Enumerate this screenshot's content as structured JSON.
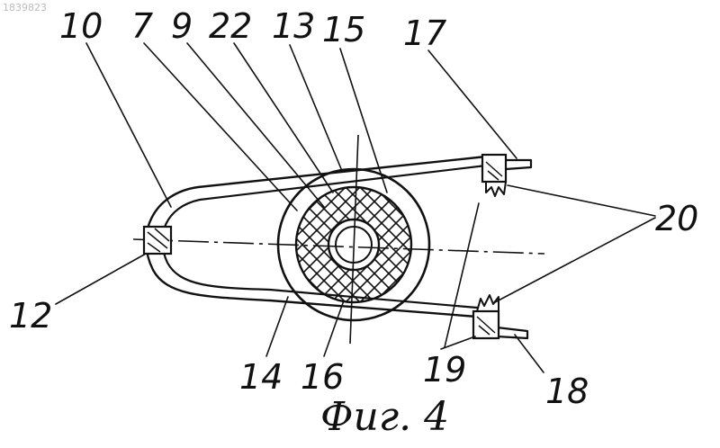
{
  "document_id": "1839823",
  "figure_caption": "Фиг. 4",
  "labels": {
    "n10": "10",
    "n7": "7",
    "n9": "9",
    "n22": "22",
    "n13": "13",
    "n15": "15",
    "n17": "17",
    "n20": "20",
    "n12": "12",
    "n14": "14",
    "n16": "16",
    "n19": "19",
    "n18": "18"
  }
}
